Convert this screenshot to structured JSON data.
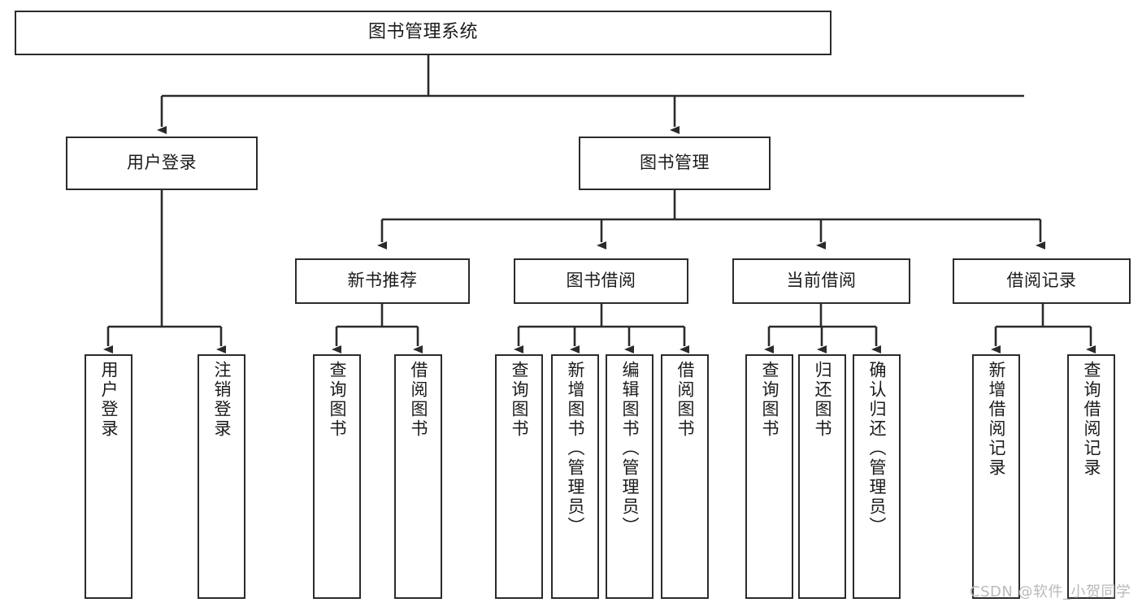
{
  "diagram": {
    "type": "tree-hierarchy-chart",
    "title": "图书管理系统",
    "watermark": "CSDN @软件_小贺同学",
    "colors": {
      "stroke": "#2b2b2b",
      "fill": "#ffffff",
      "text": "#1b1b1b",
      "watermark": "#b9b9b9"
    },
    "nodes": {
      "root": {
        "label": "图书管理系统"
      },
      "level2": [
        {
          "label": "用户登录"
        },
        {
          "label": "图书管理"
        }
      ],
      "level3": [
        {
          "label": "新书推荐"
        },
        {
          "label": "图书借阅"
        },
        {
          "label": "当前借阅"
        },
        {
          "label": "借阅记录"
        }
      ],
      "leaves_user_login": [
        {
          "label": "用户登录"
        },
        {
          "label": "注销登录"
        }
      ],
      "leaves_new_book": [
        {
          "label": "查询图书"
        },
        {
          "label": "借阅图书"
        }
      ],
      "leaves_borrow": [
        {
          "label": "查询图书"
        },
        {
          "label": "新增图书（管理员）"
        },
        {
          "label": "编辑图书（管理员）"
        },
        {
          "label": "借阅图书"
        }
      ],
      "leaves_current": [
        {
          "label": "查询图书"
        },
        {
          "label": "归还图书"
        },
        {
          "label": "确认归还（管理员）"
        }
      ],
      "leaves_record": [
        {
          "label": "新增借阅记录"
        },
        {
          "label": "查询借阅记录"
        }
      ]
    }
  }
}
